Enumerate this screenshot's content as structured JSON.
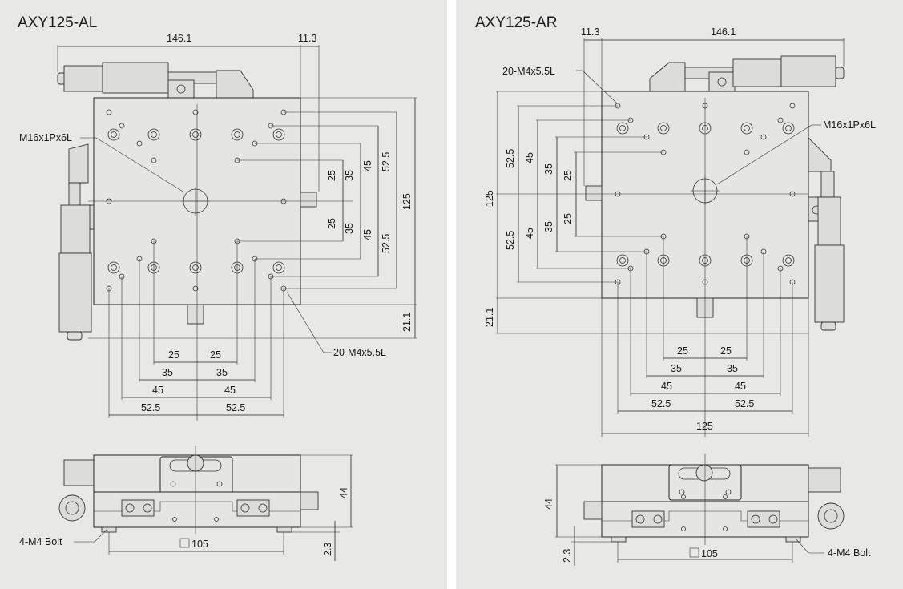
{
  "panels": {
    "left": {
      "title": "AXY125-AL",
      "labels": {
        "width": "146.1",
        "offset": "11.3",
        "center_thread": "M16x1Px6L",
        "holes": "20-M4x5.5L",
        "bolt": "4-M4 Bolt",
        "base": "105",
        "height": "44",
        "foot": "2.3",
        "v25": "25",
        "v35": "35",
        "v45": "45",
        "v525": "52.5",
        "v125": "125",
        "v211": "21.1",
        "h25": "25",
        "h35": "35",
        "h45": "45",
        "h525": "52.5"
      }
    },
    "right": {
      "title": "AXY125-AR",
      "labels": {
        "width": "146.1",
        "offset": "11.3",
        "center_thread": "M16x1Px6L",
        "holes": "20-M4x5.5L",
        "bolt": "4-M4 Bolt",
        "base": "105",
        "height": "44",
        "foot": "2.3",
        "v25": "25",
        "v35": "35",
        "v45": "45",
        "v525": "52.5",
        "v125": "125",
        "v211": "21.1",
        "h25": "25",
        "h35": "35",
        "h45": "45",
        "h525": "52.5",
        "h125": "125"
      }
    }
  }
}
